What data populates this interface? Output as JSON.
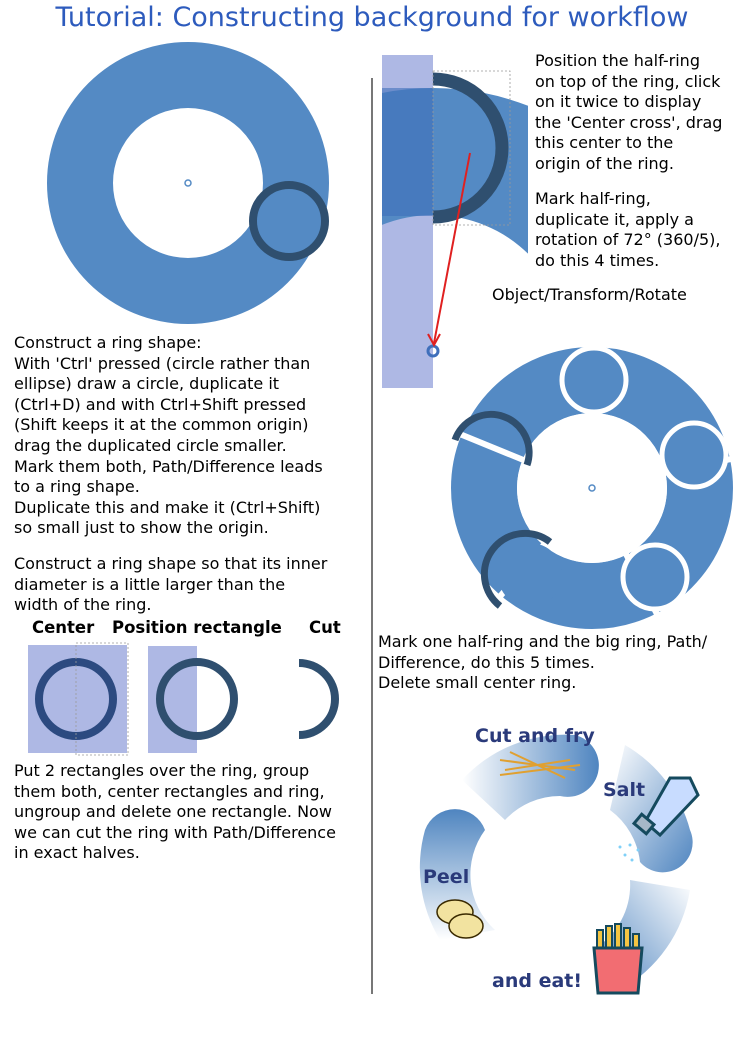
{
  "title": "Tutorial: Constructing background for workflow",
  "left": {
    "step1": "Construct a ring shape:\nWith 'Ctrl' pressed (circle rather than\nellipse) draw a circle, duplicate it\n(Ctrl+D) and with Ctrl+Shift pressed\n(Shift keeps it at the common origin)\ndrag the duplicated circle smaller.\nMark them both, Path/Difference leads\nto a ring shape.\nDuplicate this and make it (Ctrl+Shift)\nso small just to show the origin.",
    "step2": "Construct a ring shape so that its inner\ndiameter is a little larger than the\nwidth of the ring.",
    "labels": {
      "center": "Center",
      "position": "Position rectangle",
      "cut": "Cut"
    },
    "step3": "Put 2 rectangles over the ring, group\nthem both, center rectangles and ring,\nungroup and delete one rectangle. Now\nwe can cut the ring with Path/Difference\nin exact halves."
  },
  "right": {
    "step4": "Position the half-ring\non top of the ring, click\non it twice to display\nthe 'Center cross', drag\nthis center to the\norigin of the ring.",
    "step5": "Mark half-ring,\nduplicate it, apply a\nrotation of 72° (360/5),\ndo this 4 times.",
    "menu_path": "Object/Transform/Rotate",
    "step6": "Mark one half-ring and the big ring, Path/\nDifference, do this 5 times.\nDelete small center ring.",
    "workflow": {
      "cut": "Cut and fry",
      "salt": "Salt",
      "peel": "Peel",
      "eat": "and eat!"
    }
  },
  "colors": {
    "ring": "#548ac4",
    "dark": "#2f4f6f",
    "rect": "#aeb8e4",
    "title": "#2d5bbd",
    "wftext": "#2a3a7a"
  }
}
